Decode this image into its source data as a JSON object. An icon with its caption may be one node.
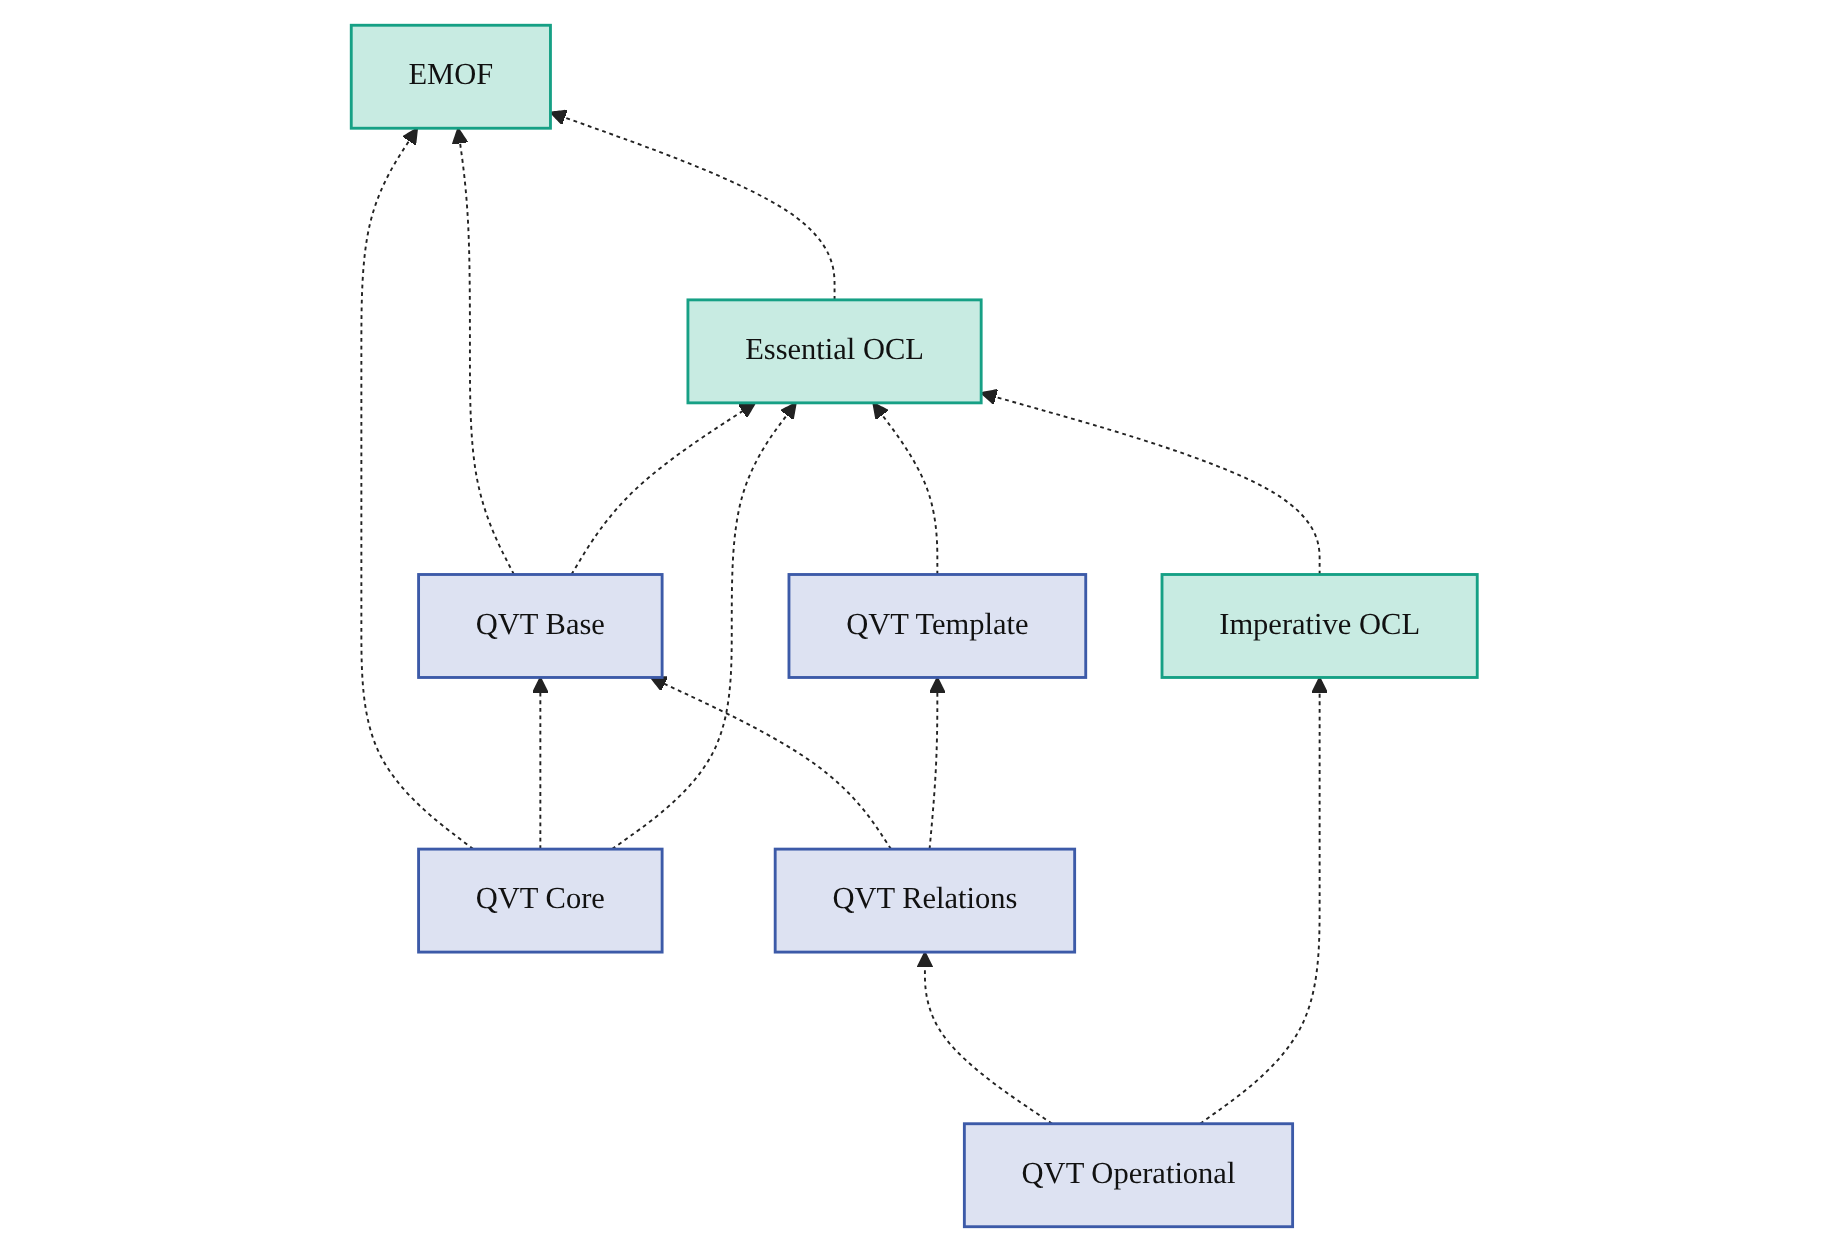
{
  "diagram": {
    "nodes": [
      {
        "text": [
          "EMOF"
        ]
      },
      {
        "text": [
          "Essential OCL"
        ]
      },
      {
        "text": [
          "QVT Base"
        ]
      },
      {
        "text": [
          "QVT Template"
        ]
      },
      {
        "text": [
          "Imperative OCL"
        ]
      },
      {
        "text": [
          "QVT Core"
        ]
      },
      {
        "text": [
          "QVT Relations"
        ]
      },
      {
        "text": [
          "QVT Operational"
        ]
      }
    ],
    "edges": [
      {
        "from": 1,
        "to": 0,
        "arrow": "to",
        "style": "dashed"
      },
      {
        "from": 2,
        "to": 0,
        "arrow": "to",
        "style": "dashed"
      },
      {
        "from": 2,
        "to": 1,
        "arrow": "to",
        "style": "dashed"
      },
      {
        "from": 3,
        "to": 1,
        "arrow": "to",
        "style": "dashed"
      },
      {
        "from": 4,
        "to": 1,
        "arrow": "to",
        "style": "dashed"
      },
      {
        "from": 5,
        "to": 0,
        "arrow": "to",
        "style": "dashed"
      },
      {
        "from": 5,
        "to": 2,
        "arrow": "to",
        "style": "dashed"
      },
      {
        "from": 5,
        "to": 1,
        "arrow": "to",
        "style": "dashed"
      },
      {
        "from": 6,
        "to": 2,
        "arrow": "to",
        "style": "dashed"
      },
      {
        "from": 6,
        "to": 3,
        "arrow": "to",
        "style": "dashed"
      },
      {
        "from": 7,
        "to": 6,
        "arrow": "to",
        "style": "dashed"
      },
      {
        "from": 7,
        "to": 4,
        "arrow": "to",
        "style": "dashed"
      }
    ]
  }
}
